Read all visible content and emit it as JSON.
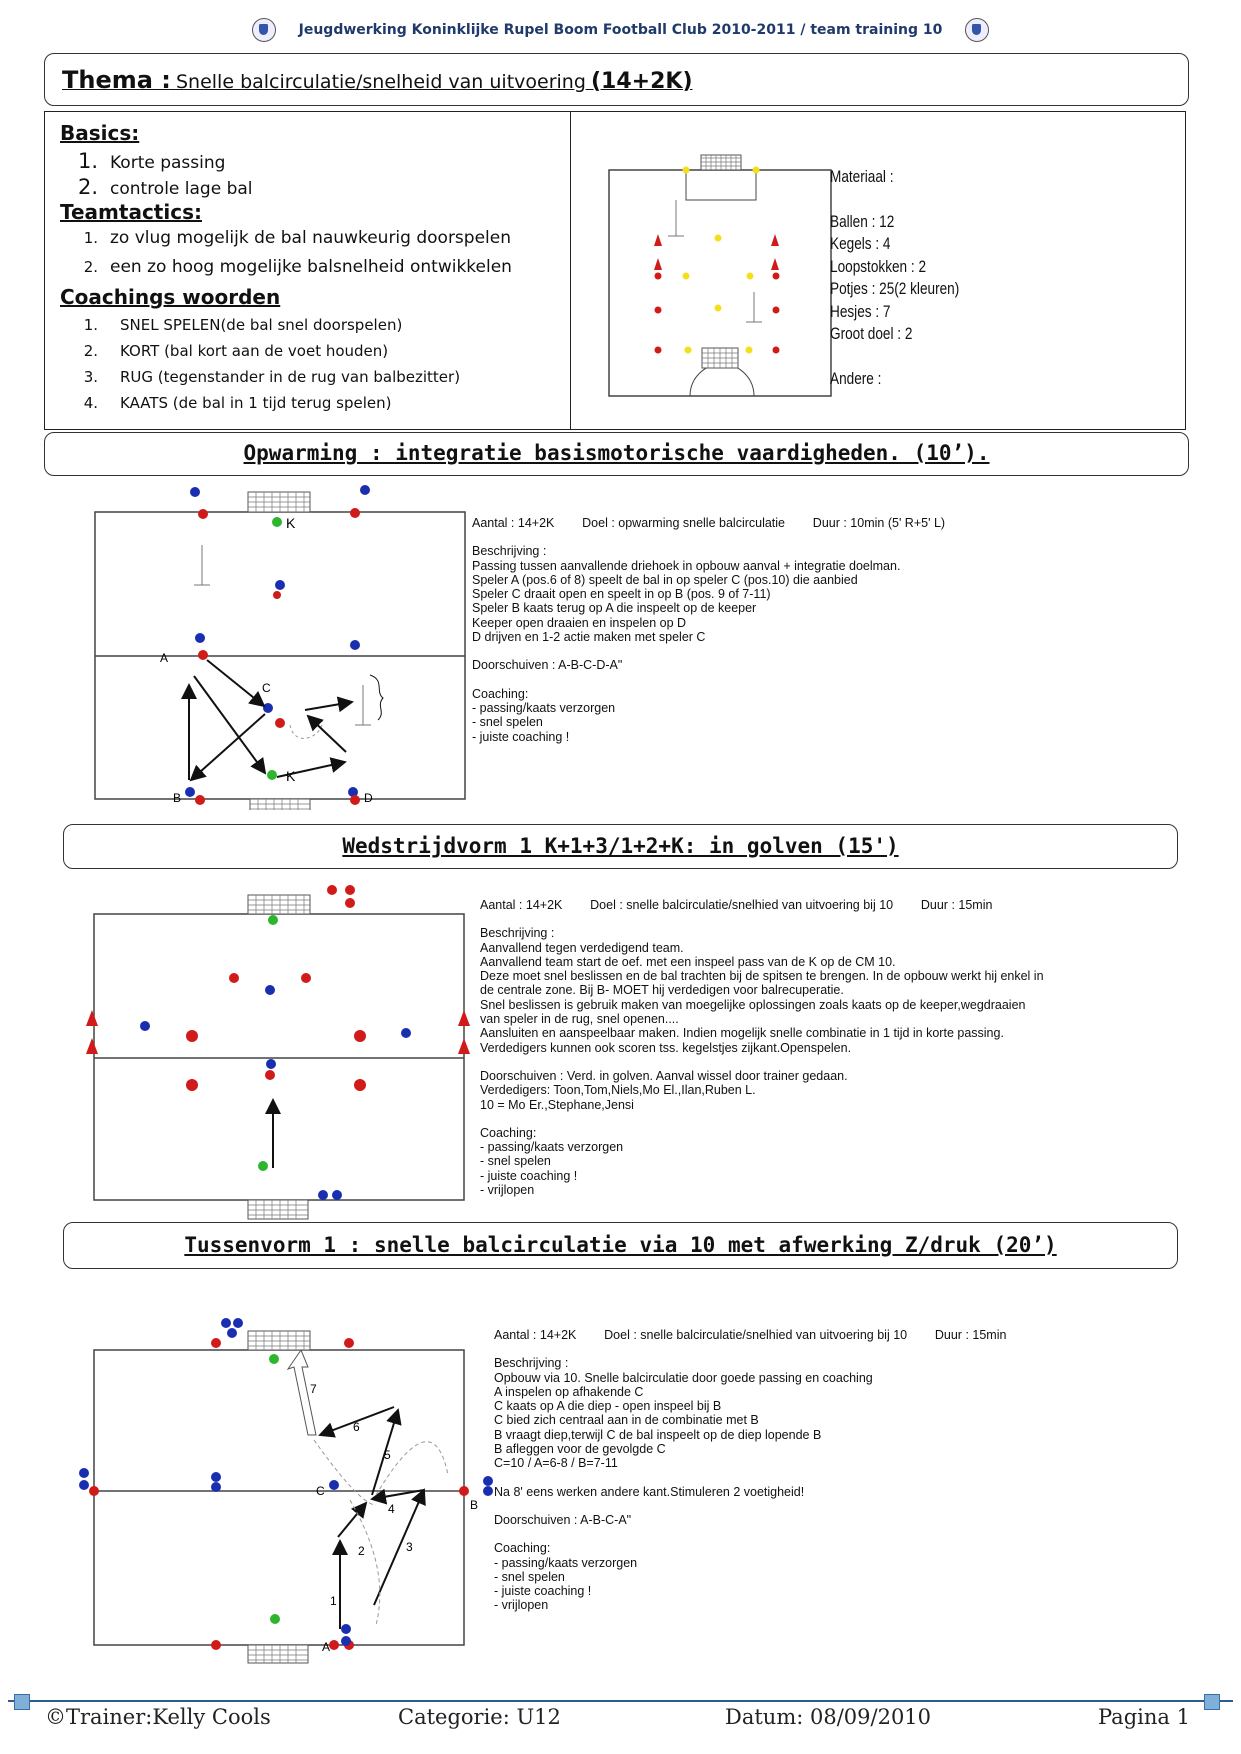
{
  "header": {
    "title": "Jeugdwerking Koninklijke Rupel Boom Football Club 2010-2011 / team training  10"
  },
  "thema": {
    "label": "Thema :",
    "title": "Snelle balcirculatie/snelheid van uitvoering",
    "tail": "(14+2K)"
  },
  "basics": {
    "label": "Basics:",
    "items": [
      "Korte passing",
      "controle lage bal"
    ]
  },
  "teamtactics": {
    "label": "Teamtactics:",
    "items": [
      "zo vlug mogelijk de bal nauwkeurig doorspelen",
      "een zo hoog mogelijke balsnelheid ontwikkelen"
    ]
  },
  "coaching": {
    "label": "Coachings woorden",
    "items": [
      "SNEL  SPELEN(de bal snel doorspelen)",
      "KORT (bal kort aan de voet houden)",
      "RUG (tegenstander in de rug van balbezitter)",
      "KAATS (de bal in 1 tijd terug spelen)"
    ]
  },
  "materiaal": {
    "title": "Materiaal :",
    "lines": [
      "Ballen : 12",
      "Kegels : 4",
      "Loopstokken : 2",
      "Potjes : 25(2 kleuren)",
      "Hesjes : 7",
      "Groot doel : 2"
    ],
    "other": "Andere :"
  },
  "sections": {
    "opwarming": "Opwarming   :  integratie basismotorische vaardigheden. (10’).",
    "wedstrijd": "Wedstrijdvorm 1    K+1+3/1+2+K:   in golven  (15')",
    "tussen": "Tussenvorm 1      : snelle balcirculatie via 10 met afwerking Z/druk  (20’)"
  },
  "drill1": {
    "summary": "Aantal : 14+2K        Doel : opwarming snelle balcirculatie        Duur : 10min (5' R+5' L)",
    "lines": [
      "Beschrijving :",
      "Passing tussen aanvallende driehoek in opbouw aanval + integratie doelman.",
      "Speler A (pos.6 of 8) speelt de bal in op speler C (pos.10) die aanbied",
      "Speler C draait open en speelt in op B (pos. 9 of 7-11)",
      "Speler B kaats terug op A die inspeelt op de keeper",
      "Keeper open draaien en inspelen op D",
      "D drijven en 1-2 actie maken met speler C",
      "",
      "Doorschuiven : A-B-C-D-A\"",
      "",
      "Coaching:",
      "- passing/kaats verzorgen",
      "- snel spelen",
      "- juiste coaching !"
    ],
    "labels": {
      "a": "A",
      "b": "B",
      "c": "C",
      "d": "D",
      "k1": "K",
      "k2": "K"
    }
  },
  "drill2": {
    "summary": "Aantal : 14+2K        Doel : snelle balcirculatie/snelhied van uitvoering bij 10        Duur : 15min",
    "lines": [
      "Beschrijving :",
      "Aanvallend tegen verdedigend team.",
      "Aanvallend team start de oef. met een inspeel pass van de K op de CM 10.",
      "Deze moet snel beslissen en de bal trachten bij de spitsen te brengen. In de opbouw werkt hij enkel in",
      "de centrale zone. Bij B- MOET hij verdedigen voor balrecuperatie.",
      "Snel beslissen is gebruik maken van moegelijke oplossingen zoals kaats op de keeper,wegdraaien",
      "van speler in de rug, snel openen....",
      "Aansluiten en aanspeelbaar maken. Indien mogelijk snelle combinatie in 1 tijd in korte passing.",
      "Verdedigers kunnen ook scoren tss. kegelstjes zijkant.Openspelen.",
      "",
      "Doorschuiven : Verd. in golven.  Aanval wissel door trainer gedaan.",
      "Verdedigers: Toon,Tom,Niels,Mo El.,Ilan,Ruben L.",
      "10 = Mo Er.,Stephane,Jensi",
      "",
      "Coaching:",
      "- passing/kaats verzorgen",
      "- snel spelen",
      "- juiste coaching !",
      "- vrijlopen"
    ]
  },
  "drill3": {
    "summary": "Aantal : 14+2K        Doel : snelle balcirculatie/snelhied van uitvoering bij 10        Duur : 15min",
    "lines": [
      "Beschrijving :",
      "Opbouw via 10. Snelle balcirculatie door goede passing en coaching",
      "A inspelen op afhakende C",
      "C kaats op A die diep - open inspeel bij B",
      "C bied zich centraal aan in de combinatie met B",
      "B vraagt diep,terwijl C de bal inspeelt op de diep lopende B",
      "B afleggen voor de gevolgde C",
      "C=10 / A=6-8 / B=7-11",
      "",
      "Na 8' eens werken andere kant.Stimuleren 2 voetigheid!",
      "",
      "Doorschuiven : A-B-C-A\"",
      "",
      "Coaching:",
      "- passing/kaats verzorgen",
      "- snel spelen",
      "- juiste coaching !",
      "- vrijlopen"
    ],
    "labels": {
      "a": "A",
      "b": "B",
      "c": "C",
      "n1": "1",
      "n2": "2",
      "n3": "3",
      "n4": "4",
      "n5": "5",
      "n6": "6",
      "n7": "7"
    }
  },
  "footer": {
    "trainer": "©Trainer:Kelly Cools",
    "categorie": "Categorie:  U12",
    "datum": "Datum: 08/09/2010",
    "pagina": "Pagina 1"
  },
  "colors": {
    "blue": "#1a2fb0",
    "red": "#d11a1a",
    "green": "#2db52d",
    "yellow": "#f2e11a"
  }
}
